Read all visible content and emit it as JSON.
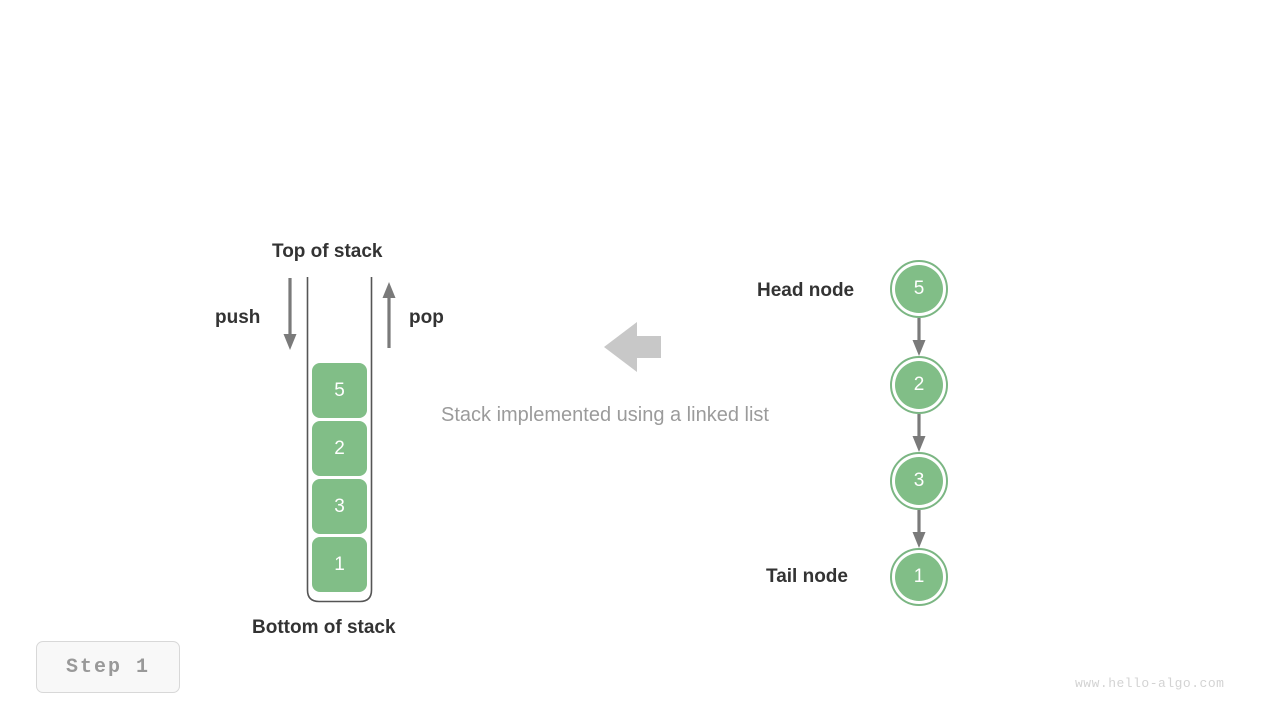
{
  "diagram": {
    "caption": "Stack implemented using a linked list",
    "step_label": "Step  1",
    "watermark": "www.hello-algo.com",
    "colors": {
      "node_fill": "#81be87",
      "node_ring": "#7bb683",
      "arrow": "#7a7a7a",
      "transform_arrow": "#c8c8c8",
      "text": "#333333",
      "caption_text": "#9b9b9b",
      "badge_text": "#999999",
      "watermark_text": "#d3d3d3"
    }
  },
  "stack": {
    "top_label": "Top of stack",
    "bottom_label": "Bottom of stack",
    "push_label": "push",
    "pop_label": "pop",
    "cells": [
      {
        "value": "5"
      },
      {
        "value": "2"
      },
      {
        "value": "3"
      },
      {
        "value": "1"
      }
    ]
  },
  "linked_list": {
    "head_label": "Head node",
    "tail_label": "Tail node",
    "nodes": [
      {
        "value": "5"
      },
      {
        "value": "2"
      },
      {
        "value": "3"
      },
      {
        "value": "1"
      }
    ]
  },
  "transform_arrow": {
    "direction": "left"
  }
}
